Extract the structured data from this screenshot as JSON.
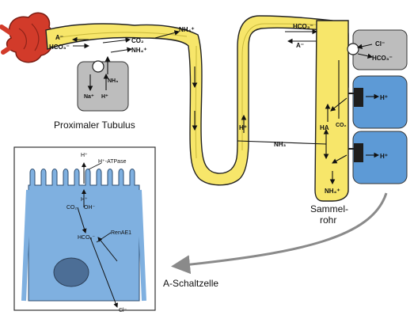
{
  "labels": {
    "proximal_title": "Proximaler Tubulus",
    "collecting_title_line1": "Sammel-",
    "collecting_title_line2": "rohr",
    "cell_title": "A-Schaltzelle"
  },
  "ions": {
    "a_minus": "A⁻",
    "hco3_minus": "HCO₃⁻",
    "co2": "CO₂",
    "nh4_plus": "NH₄⁺",
    "nh3": "NH₃",
    "na_plus": "Na⁺",
    "h_plus": "H⁺",
    "cl_minus": "Cl⁻",
    "ha": "HA",
    "oh_minus": "OH⁻"
  },
  "inset": {
    "atpase_label": "H⁺-ATPase",
    "exchanger_label": "RenAE1",
    "h_top": "H⁺",
    "h_mid": "H⁺",
    "co2": "CO₂",
    "oh": "OH⁻",
    "hco3": "HCO₃⁻",
    "cl": "Cl⁻"
  },
  "colors": {
    "tubule_yellow": "#f7e66a",
    "tubule_outline": "#222222",
    "glomerulus_red": "#d23b2a",
    "proximal_cell_gray": "#bdbdbd",
    "a_cell_blue": "#5d9ad6",
    "inset_blue": "#7fb0e0",
    "nucleus": "#4c6e96",
    "pump_dark": "#1e1e1e",
    "arrow_gray": "#8a8a8a"
  }
}
